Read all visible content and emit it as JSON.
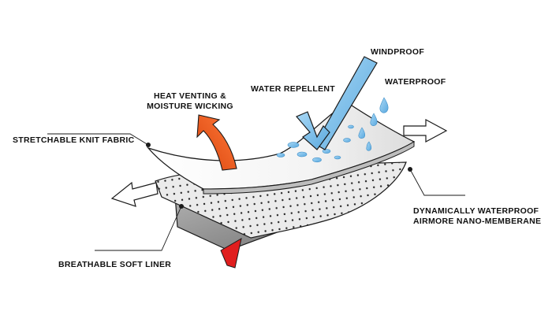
{
  "labels": {
    "windproof": "WINDPROOF",
    "water_repellent": "WATER REPELLENT",
    "waterproof": "WATERPROOF",
    "heat_venting_line1": "HEAT VENTING &",
    "heat_venting_line2": "MOISTURE WICKING",
    "stretchable_knit": "STRETCHABLE KNIT FABRIC",
    "membrane_line1": "DYNAMICALLY WATERPROOF",
    "membrane_line2": "AIRMORE NANO-MEMBERANE",
    "soft_liner": "BREATHABLE SOFT LINER"
  },
  "colors": {
    "outline": "#1a1a1a",
    "liner_gray": "#9a9a9a",
    "liner_gray_dark": "#7a7a7a",
    "membrane_fill": "#ebebeb",
    "top_fabric_light": "#ffffff",
    "top_fabric_shade": "#e2e2e2",
    "heat_arrow_orange": "#f0581c",
    "water_blue": "#7fc0ea",
    "water_blue_dark": "#3f8fc8",
    "liner_red": "#e01e1e"
  },
  "icons": {
    "heat_arrow": "curved-up-arrow-icon",
    "wind_arrow": "wind-arrow-icon",
    "water_drops": "water-drop-icon",
    "stretch_arrows": "outline-arrow-icon"
  }
}
